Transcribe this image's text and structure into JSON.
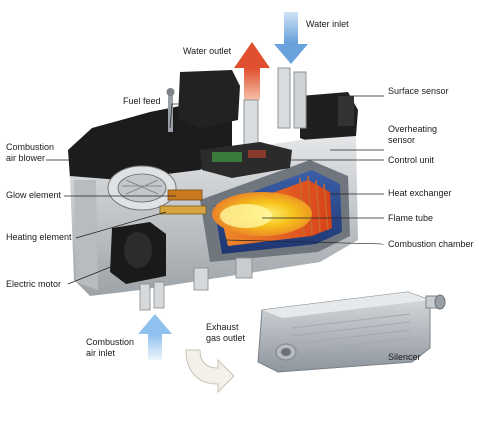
{
  "labels": {
    "water_inlet": "Water inlet",
    "water_outlet": "Water outlet",
    "fuel_feed": "Fuel feed",
    "surface_sensor": "Surface sensor",
    "combustion_air_blower": [
      "Combustion",
      "air blower"
    ],
    "overheating_sensor": [
      "Overheating",
      "sensor"
    ],
    "control_unit": "Control unit",
    "glow_element": "Glow element",
    "heat_exchanger": "Heat exchanger",
    "flame_tube": "Flame tube",
    "heating_element": "Heating element",
    "combustion_chamber": "Combustion chamber",
    "electric_motor": "Electric motor",
    "combustion_air_inlet": [
      "Combustion",
      "air inlet"
    ],
    "exhaust_gas_outlet": [
      "Exhaust",
      "gas outlet"
    ],
    "silencer": "Silencer"
  },
  "colors": {
    "water_inlet_arrow": "#7fb2e5",
    "water_outlet_arrow": "#e8654a",
    "air_inlet_arrow": "#a9d0f2",
    "exhaust_arrow": "#f3f0ea",
    "flame": "#f6c21a",
    "hot_core": "#e85a1a",
    "housing_black": "#1c1c1c",
    "housing_grey": "#c6c9cc"
  }
}
